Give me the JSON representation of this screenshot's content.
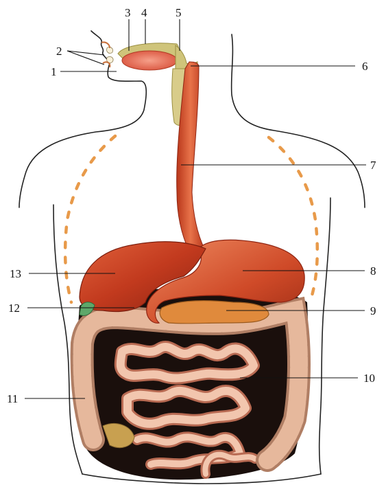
{
  "labels": {
    "l1": "1",
    "l2": "2",
    "l3": "3",
    "l4": "4",
    "l5": "5",
    "l6": "6",
    "l7": "7",
    "l8": "8",
    "l9": "9",
    "l10": "10",
    "l11": "11",
    "l12": "12",
    "l13": "13"
  },
  "colors": {
    "organ_red": "#c23a1e",
    "organ_light": "#e8734a",
    "pancreas": "#e08a3c",
    "intestine_pink": "#f2c6ae",
    "intestine_shadow": "#b86a52",
    "colon": "#e6b89c",
    "cavity": "#1a0f0c",
    "ribs_dash": "#e89a4a"
  }
}
